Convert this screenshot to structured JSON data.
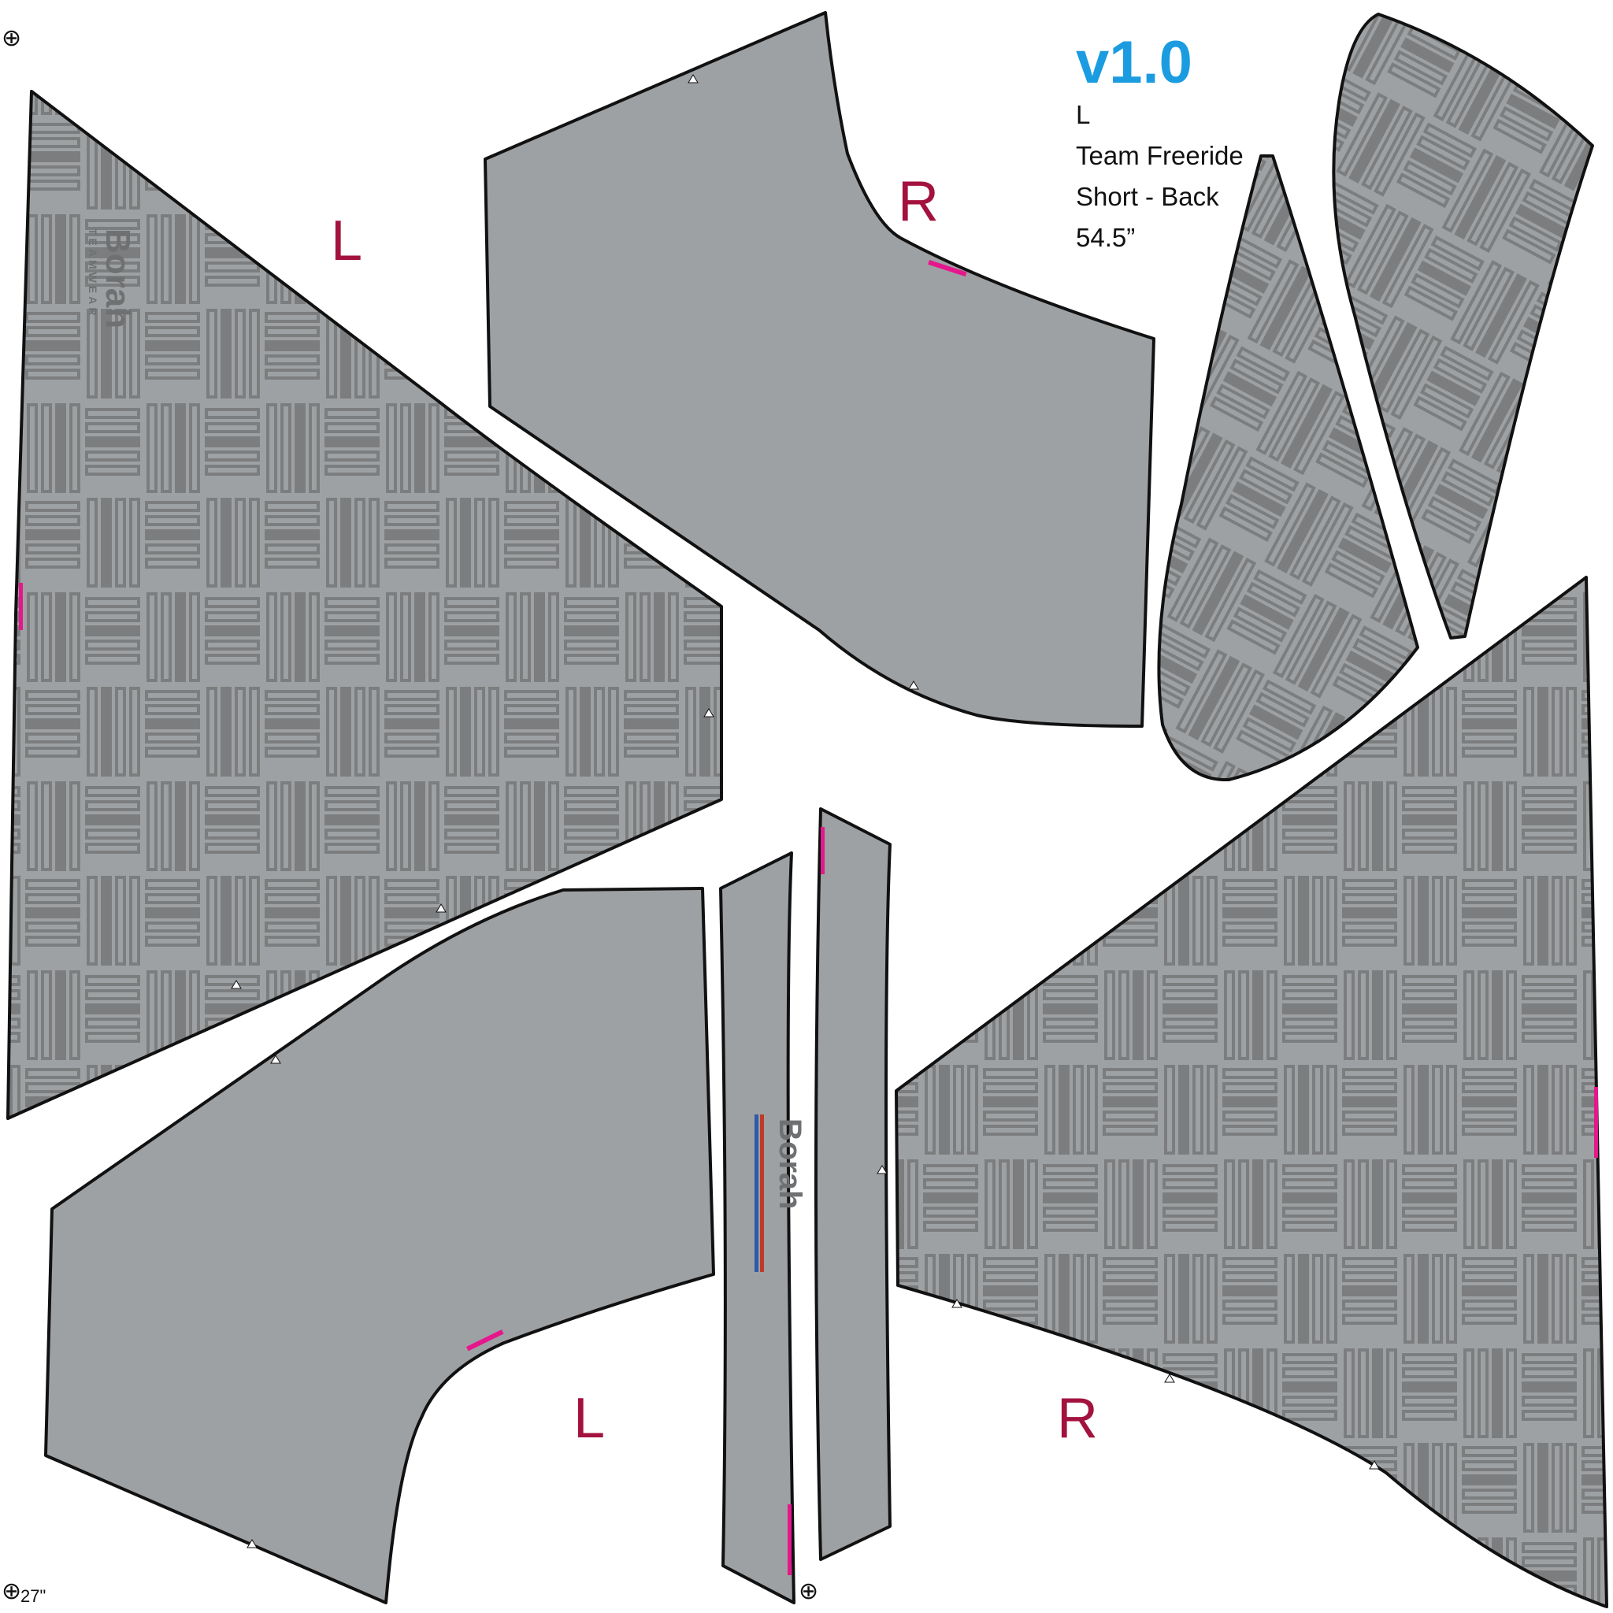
{
  "spec": {
    "version": "v1.0",
    "size": "L",
    "team": "Team Freeride",
    "garment": "Short - Back",
    "measure": "54.5”"
  },
  "piece_labels": {
    "top_left": "L",
    "top_center": "R",
    "bottom_center": "L",
    "bottom_right": "R"
  },
  "sheet_width_label": "27\"",
  "registration_glyph": "⊕",
  "brand": {
    "name": "Borah",
    "sub": "TEAMWEAR"
  },
  "colors": {
    "version": "#1b9ce0",
    "label": "#a3123f",
    "fabric": "#9ea1a3",
    "pattern": "#7c7d7e",
    "outline": "#111111",
    "seam_mark": "#e6178c"
  }
}
